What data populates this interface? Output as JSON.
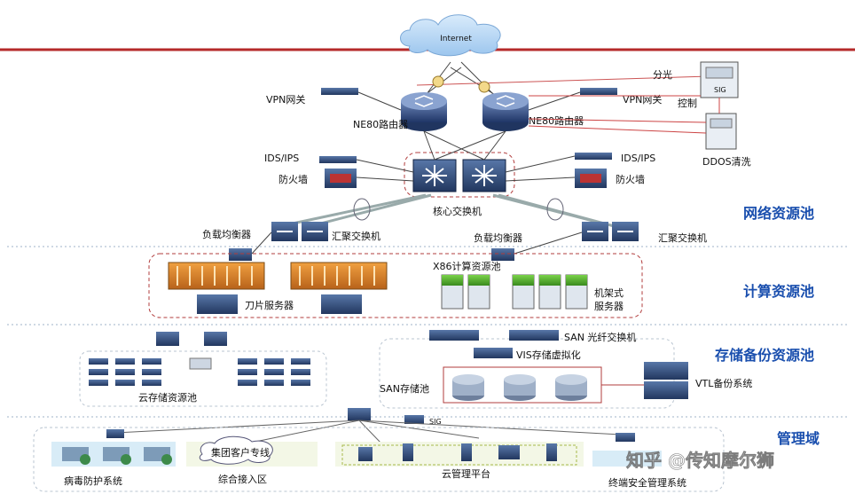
{
  "internet": "Internet",
  "labels": {
    "vpn_left": "VPN网关",
    "vpn_right": "VPN网关",
    "router_left": "NE80路由器",
    "router_right": "NE80路由器",
    "split": "分光",
    "control": "控制",
    "sig": "SIG",
    "ddos": "DDOS清洗",
    "ids_left": "IDS/IPS",
    "ids_right": "IDS/IPS",
    "fw_left": "防火墙",
    "fw_right": "防火墙",
    "core_switch": "核心交换机",
    "lb_left": "负载均衡器",
    "lb_right": "负载均衡器",
    "agg_left": "汇聚交换机",
    "agg_right": "汇聚交换机",
    "x86": "X86计算资源池",
    "blade": "刀片服务器",
    "rack": "机架式\n服务器",
    "san_switch": "SAN 光纤交换机",
    "vis": "VIS存储虚拟化",
    "san_pool": "SAN存储池",
    "vtl": "VTL备份系统",
    "cloud_storage": "云存储资源池",
    "sig_small": "SIG",
    "virus": "病毒防护系统",
    "group_line": "集团客户专线",
    "access": "综合接入区",
    "cloud_mgmt": "云管理平台",
    "sec_mgmt": "终端安全管理系统"
  },
  "pools": {
    "network": "网络资源池",
    "compute": "计算资源池",
    "storage": "存储备份资源池",
    "mgmt": "管理域"
  },
  "watermark": "知乎 @传知摩尔狮"
}
